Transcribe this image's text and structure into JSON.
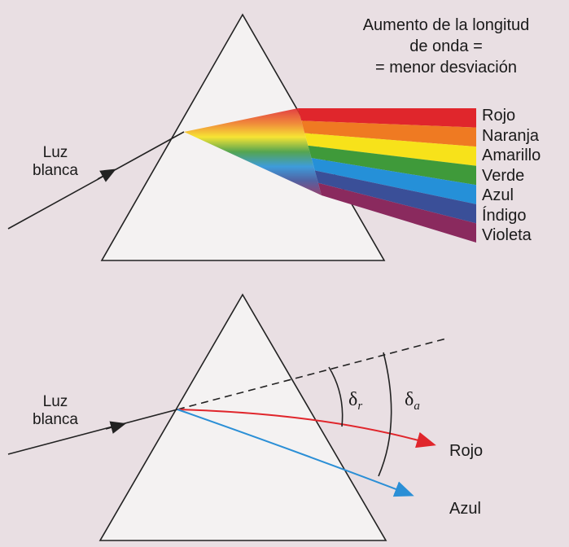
{
  "top_diagram": {
    "note_lines": [
      "Aumento de la longitud",
      "de onda =",
      "= menor desviación"
    ],
    "incoming_label": [
      "Luz",
      "blanca"
    ],
    "colors": [
      {
        "name": "Rojo",
        "hex": "#e0262c"
      },
      {
        "name": "Naranja",
        "hex": "#ef7a22"
      },
      {
        "name": "Amarillo",
        "hex": "#f7e21a"
      },
      {
        "name": "Verde",
        "hex": "#3f9a3a"
      },
      {
        "name": "Azul",
        "hex": "#2590d8"
      },
      {
        "name": "Índigo",
        "hex": "#3a4f98"
      },
      {
        "name": "Violeta",
        "hex": "#8a2a5e"
      }
    ]
  },
  "bottom_diagram": {
    "incoming_label": [
      "Luz",
      "blanca"
    ],
    "ray_red_label": "Rojo",
    "ray_blue_label": "Azul",
    "angle_red": {
      "base": "δ",
      "sub": "r"
    },
    "angle_blue": {
      "base": "δ",
      "sub": "a"
    },
    "red_hex": "#e0262c",
    "blue_hex": "#2b8fd6"
  },
  "colors": {
    "background": "#e9dfe3",
    "prism_fill": "#f4f2f2",
    "line": "#222222"
  }
}
